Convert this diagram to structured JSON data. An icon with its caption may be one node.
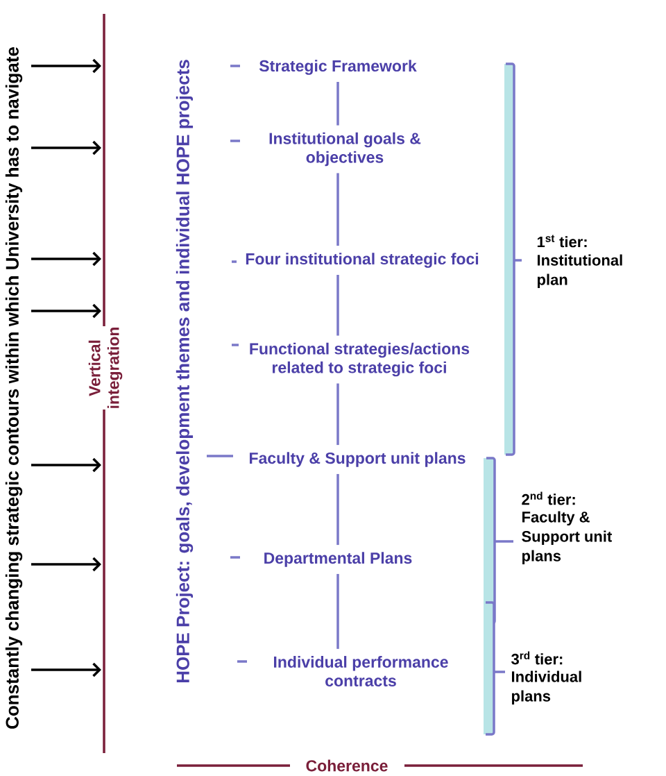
{
  "diagram": {
    "nodes": [
      {
        "text": [
          "Strategic Framework"
        ]
      },
      {
        "text": [
          "Institutional goals & objectives"
        ]
      },
      {
        "text": [
          "Four institutional strategic foci"
        ]
      },
      {
        "text": [
          "Functional strategies/actions related to strategic foci"
        ]
      },
      {
        "text": [
          "Faculty & Support unit plans"
        ]
      },
      {
        "text": [
          "Departmental Plans"
        ]
      },
      {
        "text": [
          "Individual performance contracts"
        ]
      }
    ],
    "edges": [
      {
        "from": 0,
        "to": 1,
        "arrow": "none"
      },
      {
        "from": 1,
        "to": 2,
        "arrow": "none"
      },
      {
        "from": 2,
        "to": 3,
        "arrow": "none"
      },
      {
        "from": 3,
        "to": 4,
        "arrow": "none"
      },
      {
        "from": 4,
        "to": 5,
        "arrow": "none"
      },
      {
        "from": 5,
        "to": 6,
        "arrow": "none"
      }
    ],
    "labels": [
      "Constantly changing strategic contours within which University has to navigate",
      "HOPE Project: goals, development themes and individual HOPE projects",
      "Vertical integration",
      "1$^{st}$ tier:",
      "Institutional plan",
      "2$^{nd}$ tier:",
      "Faculty & Support unit plans",
      "3$^{rd}$ tier:",
      "Individual plans",
      "Coherence"
    ]
  }
}
